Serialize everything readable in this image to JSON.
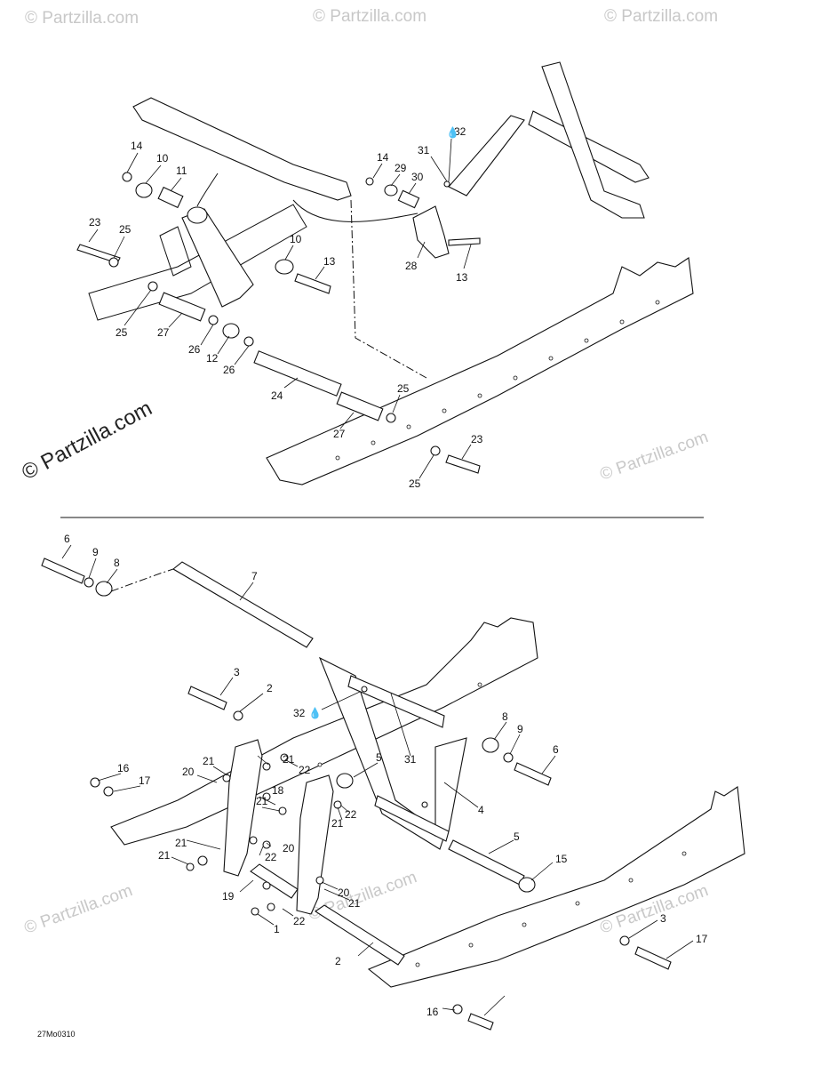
{
  "watermarks": {
    "brand": "© Partzilla.com",
    "main": "© Partzilla.com"
  },
  "drawing_code": "27Mo0310",
  "callouts": {
    "top": [
      "14",
      "10",
      "11",
      "23",
      "25",
      "25",
      "27",
      "26",
      "12",
      "26",
      "24",
      "10",
      "13",
      "27",
      "25",
      "23",
      "25",
      "14",
      "29",
      "30",
      "31",
      "32",
      "28",
      "13"
    ],
    "bottom": [
      "6",
      "9",
      "8",
      "7",
      "3",
      "2",
      "32",
      "31",
      "8",
      "9",
      "6",
      "5",
      "16",
      "17",
      "20",
      "21",
      "22",
      "21",
      "18",
      "22",
      "21",
      "21",
      "20",
      "21",
      "22",
      "21",
      "19",
      "20",
      "21",
      "22",
      "1",
      "4",
      "5",
      "15",
      "2",
      "3",
      "17",
      "16"
    ]
  }
}
